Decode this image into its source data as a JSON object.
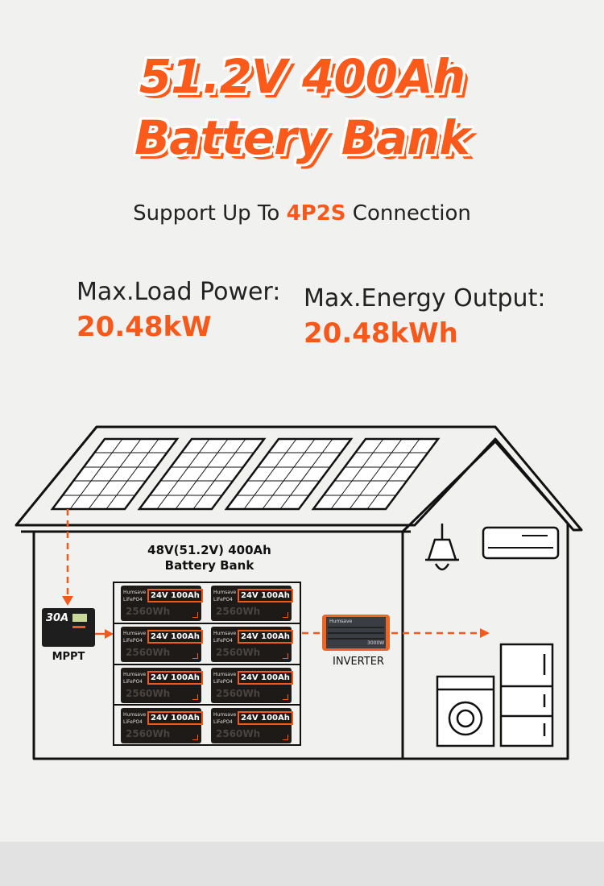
{
  "title": {
    "line1": "51.2V 400Ah",
    "line2": "Battery Bank"
  },
  "support": {
    "prefix": "Support Up To ",
    "highlight": "4P2S",
    "suffix": " Connection"
  },
  "stats": [
    {
      "label": "Max.Load Power:",
      "value": "20.48kW"
    },
    {
      "label": "Max.Energy Output:",
      "value": "20.48kWh"
    }
  ],
  "diagram": {
    "bank_label_1": "48V(51.2V) 400Ah",
    "bank_label_2": "Battery Bank",
    "mppt_label": "MPPT",
    "mppt_rating": "30A",
    "inverter_label": "INVERTER",
    "inverter_rating": "3000W",
    "brand": "Humsave",
    "battery": {
      "brand": "Humsave",
      "chem": "LiFePO4",
      "rating": "24V 100Ah",
      "energy": "2560Wh"
    }
  },
  "colors": {
    "accent": "#f55a1c",
    "line": "#111111"
  }
}
